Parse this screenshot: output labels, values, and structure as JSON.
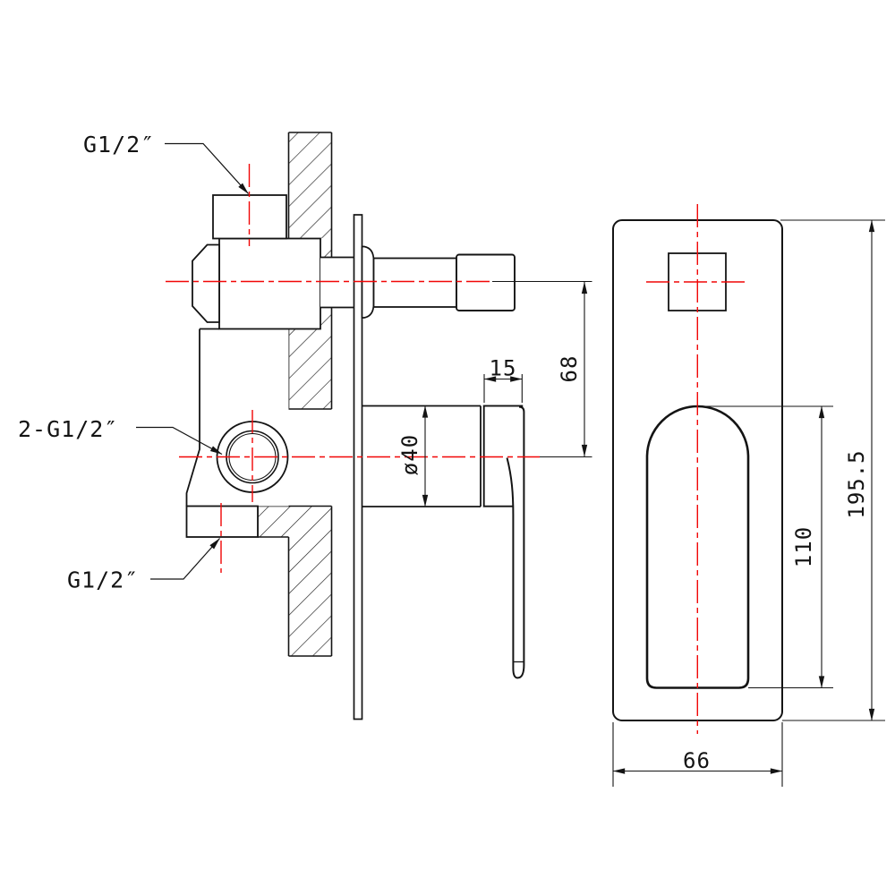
{
  "drawing": {
    "type": "technical-installation-drawing",
    "product": "concealed shower mixer valve",
    "colors": {
      "line": "#141414",
      "centerline": "#f10606",
      "background": "#ffffff"
    },
    "labels": {
      "top_port": "G1/2″",
      "side_port": "2-G1/2″",
      "bottom_port": "G1/2″"
    },
    "dimensions": {
      "handle_cap_width": "15",
      "spout_to_valve_offset": "68",
      "handle_base_diameter": "ø40",
      "handle_cutout_height": "110",
      "plate_height": "195.5",
      "plate_width": "66"
    }
  }
}
